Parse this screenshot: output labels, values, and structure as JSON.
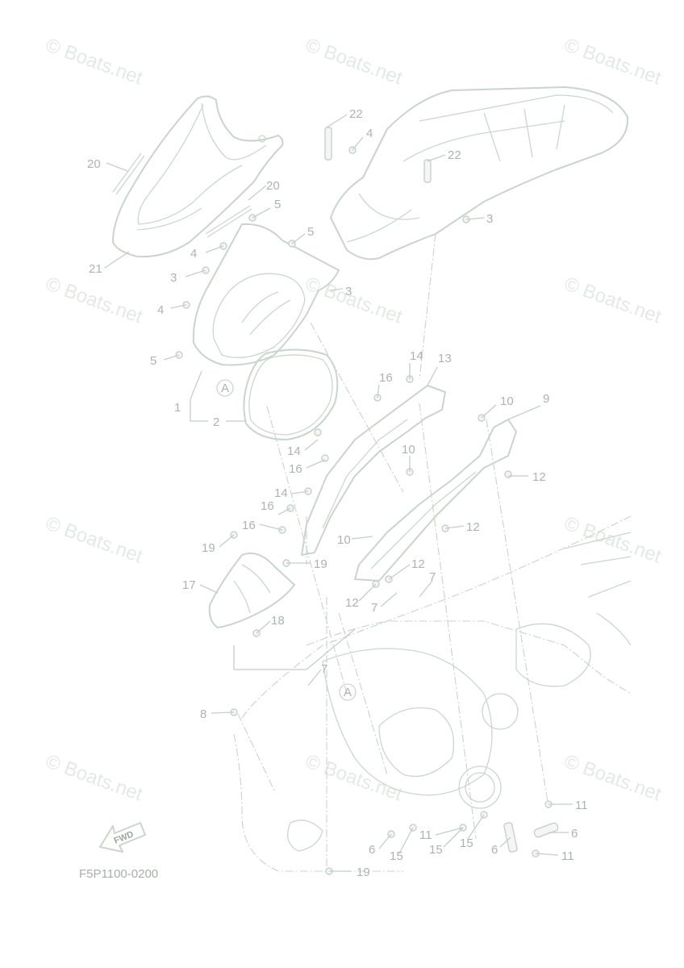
{
  "watermark": "© Boats.net",
  "diagram_code": "F5P1100-0200",
  "fwd_label": "FWD",
  "ref_mark": "A",
  "callouts": [
    "20",
    "21",
    "22",
    "4",
    "20",
    "5",
    "5",
    "4",
    "3",
    "3",
    "4",
    "5",
    "1",
    "2",
    "22",
    "3",
    "14",
    "13",
    "16",
    "10",
    "9",
    "14",
    "16",
    "10",
    "12",
    "14",
    "16",
    "16",
    "12",
    "10",
    "19",
    "19",
    "12",
    "17",
    "12",
    "7",
    "7",
    "18",
    "7",
    "8",
    "11",
    "11",
    "6",
    "15",
    "15",
    "15",
    "6",
    "6",
    "11",
    "19"
  ]
}
